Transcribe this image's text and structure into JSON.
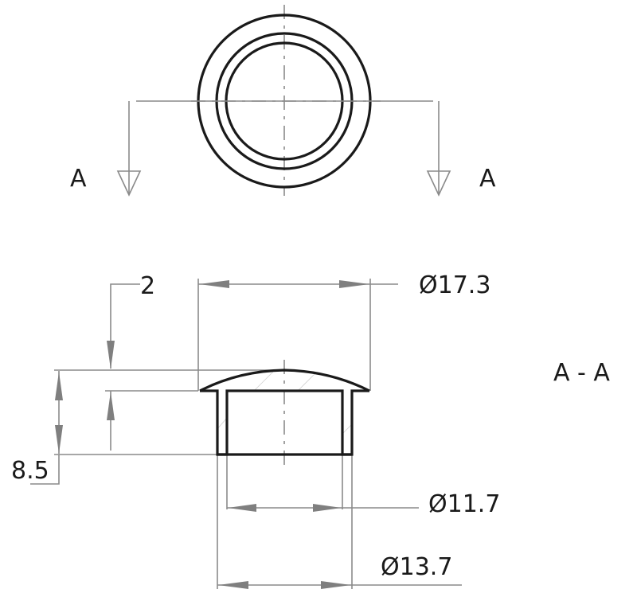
{
  "drawing": {
    "type": "technical-drawing",
    "subject": "cap plug",
    "colors": {
      "outline": "#1a1a1a",
      "dimension_line": "#8a8a8a",
      "arrowhead": "#7f7f7f",
      "background": "#ffffff"
    },
    "top_view": {
      "section_markers": {
        "left_label": "A",
        "right_label": "A"
      },
      "circles": [
        "outer flange",
        "shank outer",
        "shank inner"
      ]
    },
    "section_view": {
      "title": "A - A",
      "dimensions": {
        "flange_diameter": "Ø17.3",
        "inner_diameter": "Ø11.7",
        "shank_diameter": "Ø13.7",
        "total_height": "8.5",
        "flange_thickness": "2"
      }
    }
  }
}
